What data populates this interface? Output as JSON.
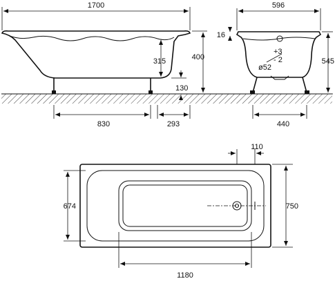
{
  "diagram": {
    "side_view": {
      "dims": {
        "length": "1700",
        "height_total": "400",
        "depth_inner": "315",
        "leg_height": "130",
        "leg_spacing": "830",
        "leg_offset": "293"
      }
    },
    "end_view": {
      "dims": {
        "width": "596",
        "rim": "16",
        "height": "545",
        "tol_plus": "+3",
        "tol_minus": "- 2",
        "drain": "ø52",
        "leg_spacing": "440"
      }
    },
    "top_view": {
      "dims": {
        "drain_offset": "110",
        "inner_width": "674",
        "outer_width": "750",
        "inner_length": "1180"
      }
    }
  }
}
